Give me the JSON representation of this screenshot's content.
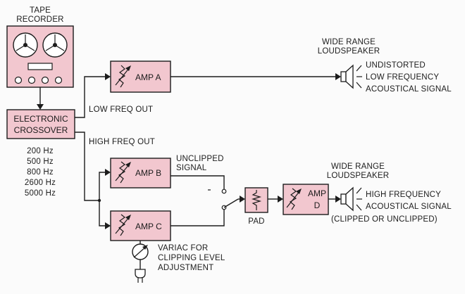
{
  "recorder": {
    "title_line1": "TAPE",
    "title_line2": "RECORDER"
  },
  "crossover": {
    "line1": "ELECTRONIC",
    "line2": "CROSSOVER"
  },
  "frequencies": [
    "200 Hz",
    "500 Hz",
    "800 Hz",
    "2600 Hz",
    "5000 Hz"
  ],
  "outputs": {
    "low": "LOW FREQ OUT",
    "high": "HIGH FREQ OUT"
  },
  "amps": {
    "a": "AMP A",
    "b": "AMP B",
    "c": "AMP C",
    "d_line1": "AMP",
    "d_line2": "D"
  },
  "pad": "PAD",
  "unclipped": {
    "line1": "UNCLIPPED",
    "line2": "SIGNAL"
  },
  "variac": {
    "line1": "VARIAC FOR",
    "line2": "CLIPPING LEVEL",
    "line3": "ADJUSTMENT"
  },
  "speaker_top": {
    "title_line1": "WIDE  RANGE",
    "title_line2": "LOUDSPEAKER",
    "desc": [
      "UNDISTORTED",
      "LOW FREQUENCY",
      "ACOUSTICAL SIGNAL"
    ]
  },
  "speaker_bottom": {
    "title_line1": "WIDE  RANGE",
    "title_line2": "LOUDSPEAKER",
    "desc": [
      "HIGH FREQUENCY",
      "ACOUSTICAL SIGNAL",
      "(CLIPPED OR UNCLIPPED)"
    ]
  },
  "colors": {
    "box_fill": "#f2c7cf",
    "ink": "#1c1c1c"
  }
}
